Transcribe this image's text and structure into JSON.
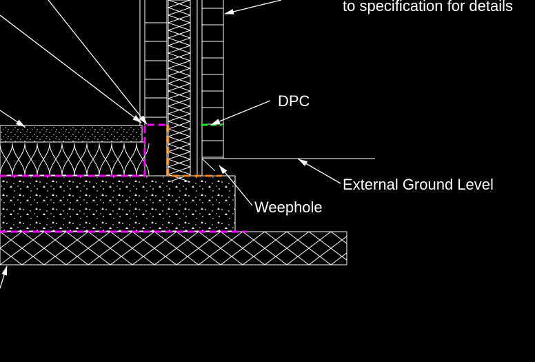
{
  "labels": {
    "spec_note": "to specification for details",
    "dpc": "DPC",
    "external_ground_level": "External Ground Level",
    "weephole": "Weephole"
  },
  "colors": {
    "background": "#000000",
    "linework": "#ffffff",
    "membrane_magenta": "#ff00ff",
    "cavity_tray_orange": "#ff8000",
    "dpc_green": "#00ff00"
  }
}
